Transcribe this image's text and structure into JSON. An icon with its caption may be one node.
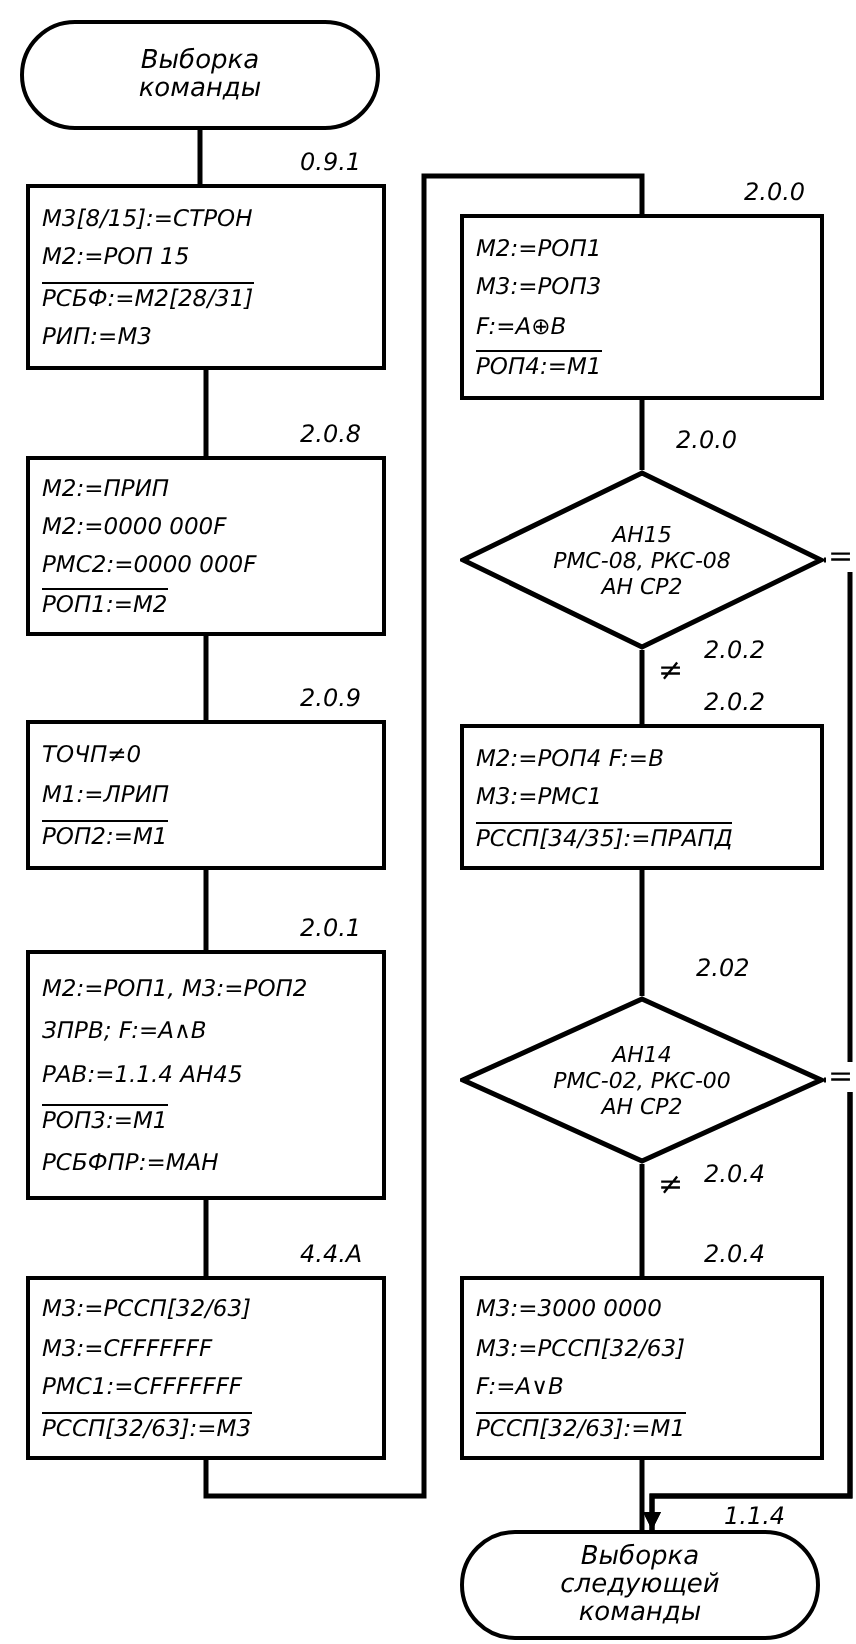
{
  "diagram": {
    "nodes": [
      {
        "text": [
          "Выборка команды"
        ]
      },
      {
        "text": [
          "М3[8/15]:=СТРОН",
          "М2:=РОП 15",
          "РСБФ:=М2[28/31]",
          "РИП:=М3"
        ],
        "beside": [
          "0.9.1"
        ]
      },
      {
        "text": [
          "М2:=ПРИП",
          "М2:=0000 000F",
          "РМС2:=0000 000F",
          "РОП1:=М2"
        ],
        "beside": [
          "2.0.8"
        ]
      },
      {
        "text": [
          "ТОЧП≠0",
          "М1:=ЛРИП",
          "РОП2:=М1"
        ],
        "beside": [
          "2.0.9"
        ]
      },
      {
        "text": [
          "М2:=РОП1, М3:=РОП2",
          "ЗПРВ; F:=A∧B",
          "РАВ:=1.1.4 АН45",
          "РОП3:=М1",
          "РСБФПР:=МАН"
        ],
        "beside": [
          "2.0.1"
        ]
      },
      {
        "text": [
          "М3:=РССП[32/63]",
          "М3:=CFFFFFFF",
          "РМС1:=CFFFFFFF",
          "РССП[32/63]:=М3"
        ],
        "beside": [
          "4.4.A"
        ]
      },
      {
        "text": [
          "М2:=РОП1",
          "М3:=РОП3",
          "F:=A⊕B",
          "РОП4:=М1"
        ],
        "beside": [
          "2.0.0"
        ]
      },
      {
        "text": [
          "АН15",
          "РМС-08, РКС-08",
          "АН СР2"
        ],
        "beside": [
          "2.0.0",
          "2.0.2"
        ]
      },
      {
        "text": [
          "М2:=РОП4 F:=B",
          "М3:=РМС1",
          "РССП[34/35]:=ПРАПД"
        ],
        "beside": [
          "2.0.2"
        ]
      },
      {
        "text": [
          "АН14",
          "РМС-02, РКС-00",
          "АН СР2"
        ],
        "beside": [
          "2.02",
          "2.0.4"
        ]
      },
      {
        "text": [
          "М3:=3000 0000",
          "М3:=РССП[32/63]",
          "F:=A∨B",
          "РССП[32/63]:=М1"
        ],
        "beside": [
          "2.0.4"
        ]
      },
      {
        "text": [
          "Выборка следующей команды"
        ],
        "beside": [
          "1.1.4"
        ]
      }
    ],
    "edges": [
      {
        "from": 0,
        "to": 1,
        "arrow": "none"
      },
      {
        "from": 1,
        "to": 2,
        "arrow": "none"
      },
      {
        "from": 2,
        "to": 3,
        "arrow": "none"
      },
      {
        "from": 3,
        "to": 4,
        "arrow": "none"
      },
      {
        "from": 4,
        "to": 5,
        "arrow": "none"
      },
      {
        "from": 5,
        "to": 6,
        "arrow": "none"
      },
      {
        "from": 6,
        "to": 7,
        "arrow": "none"
      },
      {
        "from": 7,
        "to": 8,
        "arrow": "none",
        "label": "≠"
      },
      {
        "from": 8,
        "to": 9,
        "arrow": "none"
      },
      {
        "from": 9,
        "to": 10,
        "arrow": "none",
        "label": "≠"
      },
      {
        "from": 10,
        "to": 11,
        "arrow": "none"
      },
      {
        "from": 7,
        "to": 11,
        "arrow": "to",
        "label": "="
      },
      {
        "from": 9,
        "to": 11,
        "arrow": "to",
        "label": "="
      }
    ]
  }
}
